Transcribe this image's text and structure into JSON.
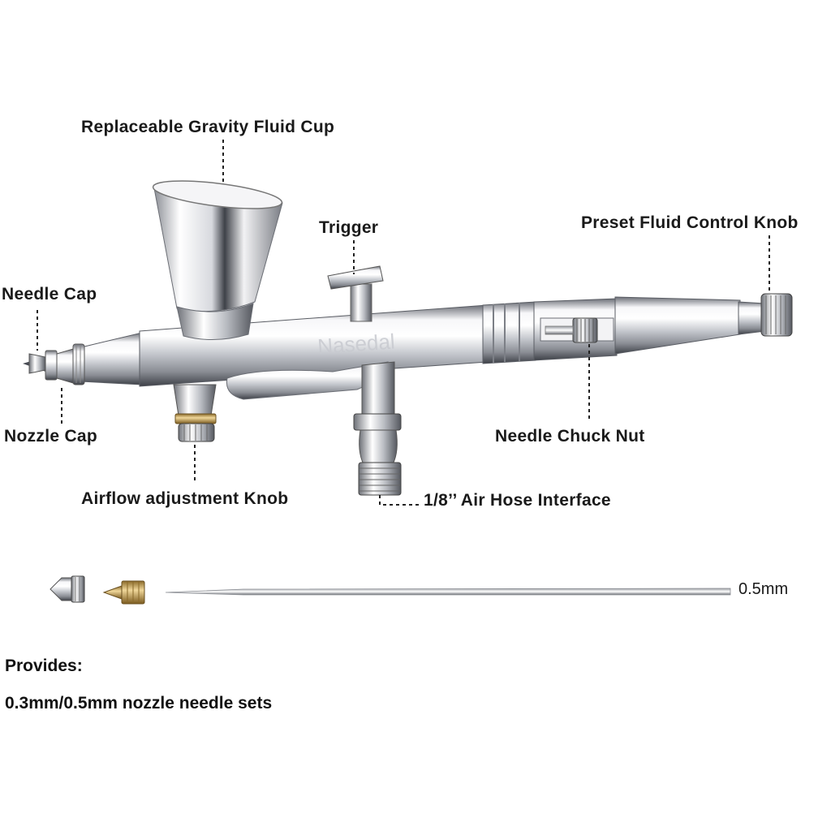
{
  "labels": {
    "fluid_cup": "Replaceable Gravity Fluid Cup",
    "trigger": "Trigger",
    "preset_knob": "Preset Fluid Control Knob",
    "needle_cap": "Needle Cap",
    "nozzle_cap": "Nozzle Cap",
    "needle_chuck_nut": "Needle Chuck Nut",
    "airflow_knob": "Airflow adjustment Knob",
    "air_hose": "1/8’’ Air Hose Interface",
    "needle_size": "0.5mm"
  },
  "brand_watermark": "Nasedal",
  "footer": {
    "heading": "Provides:",
    "detail": "0.3mm/0.5mm nozzle needle sets"
  },
  "colors": {
    "chrome_light": "#f4f4f6",
    "chrome_mid": "#b9bcc2",
    "chrome_dark": "#4a4d55",
    "brass": "#c9a45a",
    "text": "#1a1a1a"
  }
}
